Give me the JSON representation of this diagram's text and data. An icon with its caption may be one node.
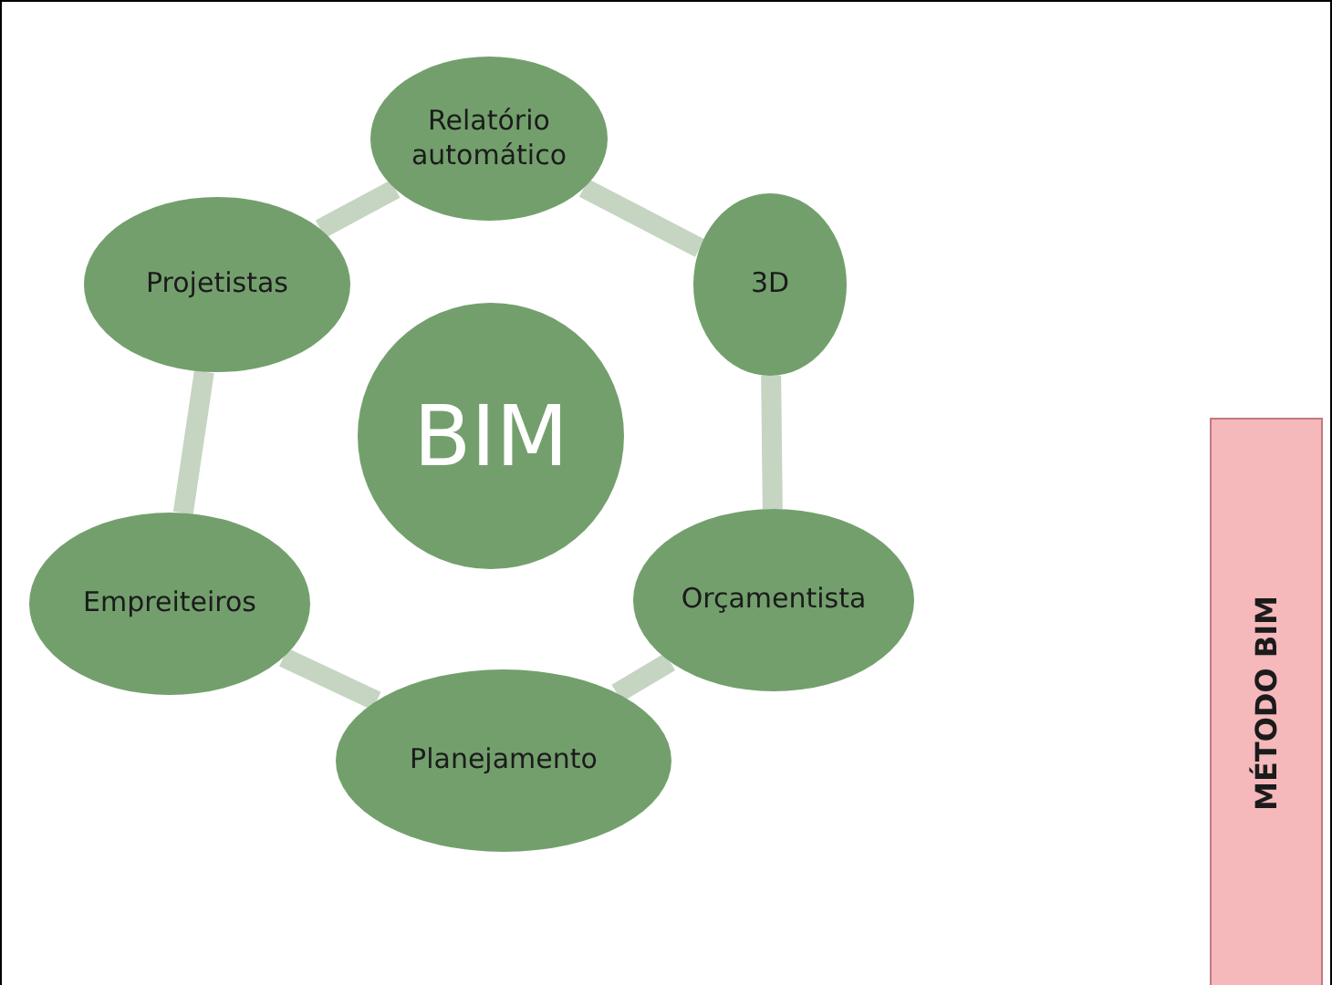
{
  "diagram": {
    "nodes": [
      {
        "text": [
          "Relatório automático"
        ]
      },
      {
        "text": [
          "Projetistas"
        ]
      },
      {
        "text": [
          "3D"
        ]
      },
      {
        "text": [
          "BIM"
        ]
      },
      {
        "text": [
          "MÉTODO BIM"
        ]
      },
      {
        "text": [
          "Empreiteiros"
        ]
      },
      {
        "text": [
          "Orçamentista"
        ]
      },
      {
        "text": [
          "Planejamento"
        ]
      }
    ],
    "edges": [
      {
        "from": 0,
        "to": 2,
        "arrow": "none"
      },
      {
        "from": 2,
        "to": 6,
        "arrow": "none"
      },
      {
        "from": 6,
        "to": 7,
        "arrow": "none"
      },
      {
        "from": 7,
        "to": 5,
        "arrow": "none"
      },
      {
        "from": 5,
        "to": 1,
        "arrow": "none"
      },
      {
        "from": 1,
        "to": 0,
        "arrow": "none"
      }
    ]
  }
}
